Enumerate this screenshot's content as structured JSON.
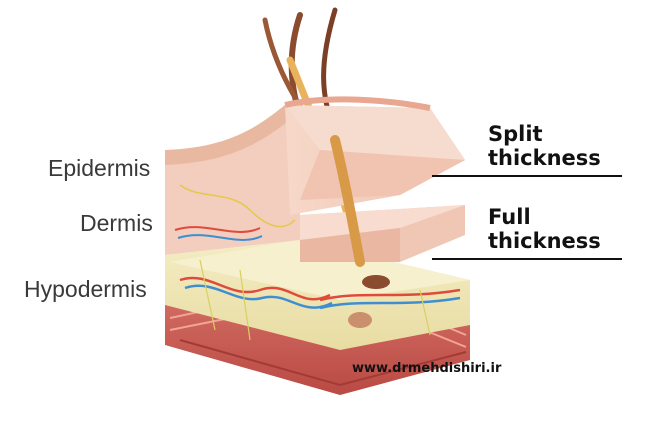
{
  "layers": {
    "epidermis": "Epidermis",
    "dermis": "Dermis",
    "hypodermis": "Hypodermis"
  },
  "grafts": {
    "split": {
      "line1": "Split",
      "line2": "thickness"
    },
    "full": {
      "line1": "Full",
      "line2": "thickness"
    }
  },
  "watermark": "www.drmehdishiri.ir",
  "colors": {
    "epidermis": "#f3c9b8",
    "dermis": "#f5cdbf",
    "hypodermis": "#efe6b4",
    "muscle": "#c95a52",
    "hair": "#8a4b2e",
    "follicle": "#e9b25c",
    "artery": "#e04a3a",
    "vein": "#3f8fd0",
    "nerve": "#e6c84a"
  }
}
